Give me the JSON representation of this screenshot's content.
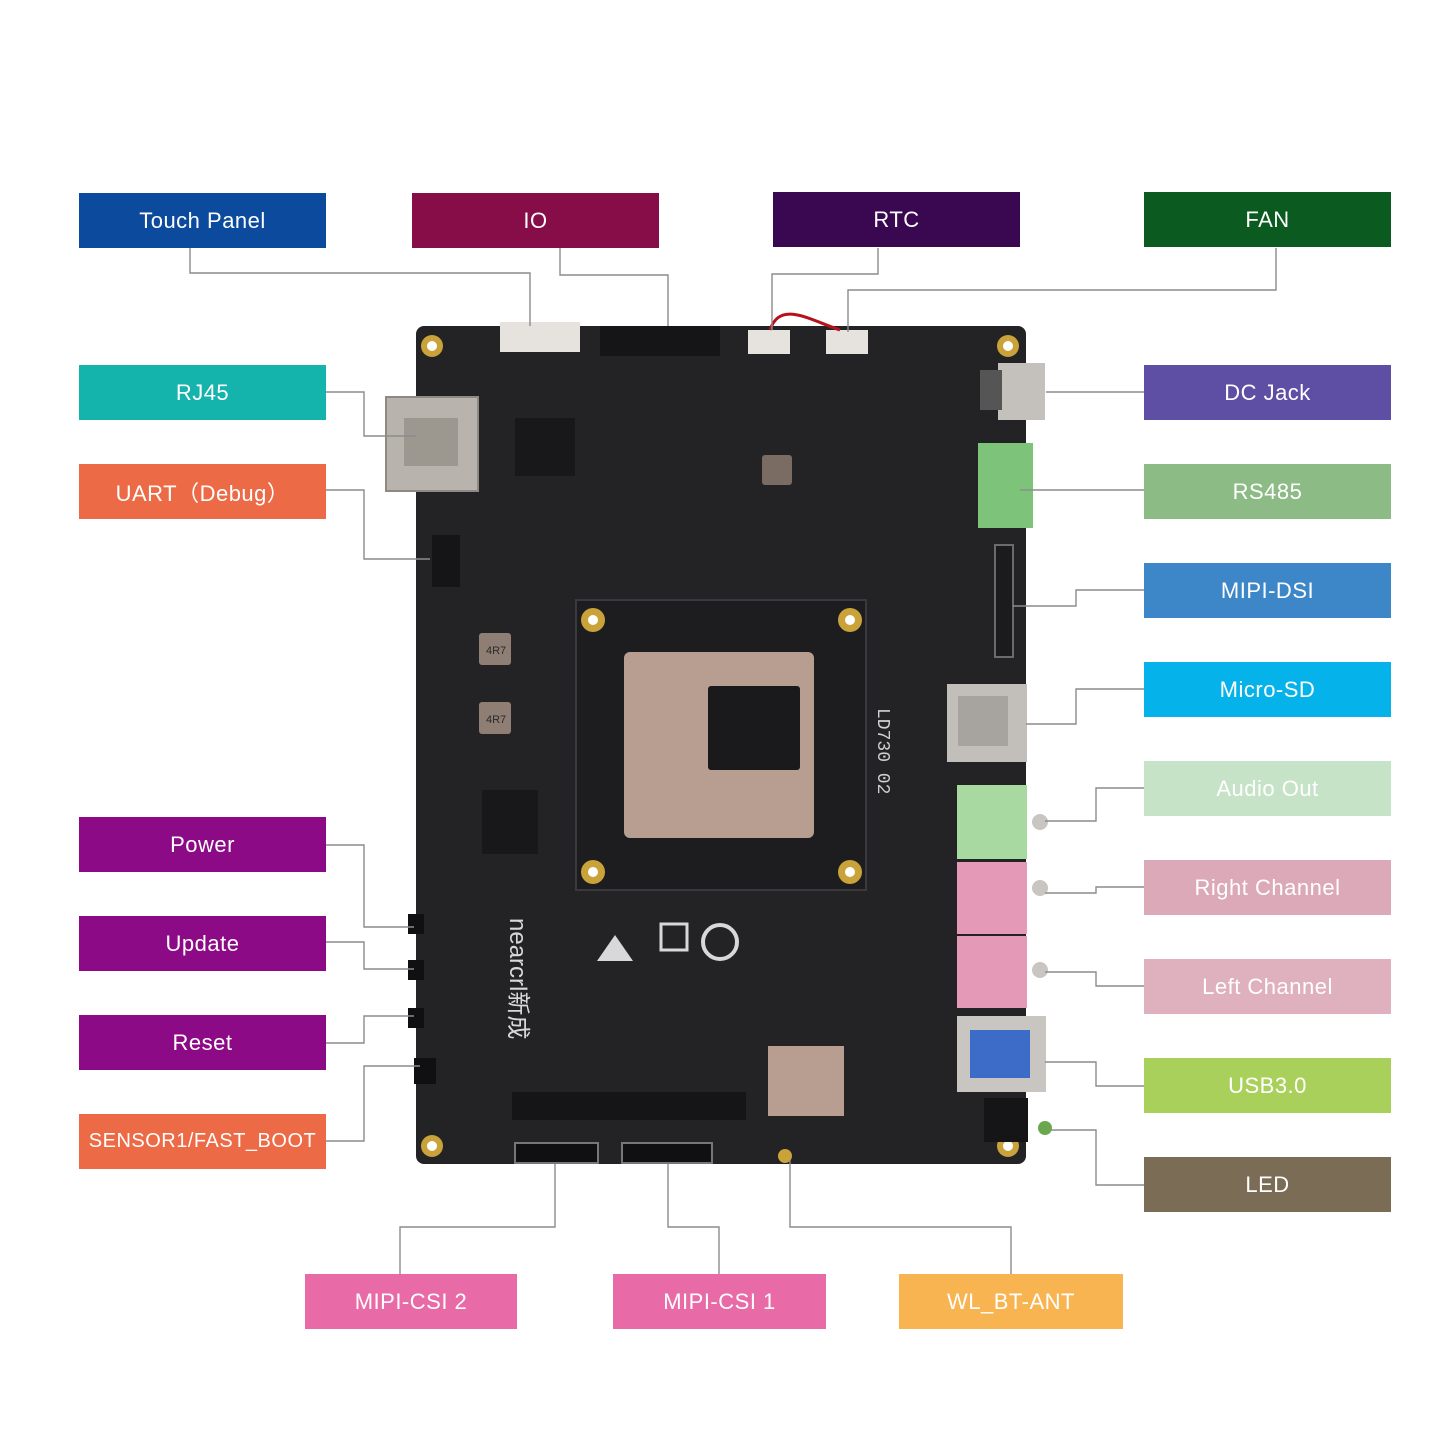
{
  "labels": {
    "touch_panel": {
      "text": "Touch Panel",
      "color": "#0b4a9c"
    },
    "io": {
      "text": "IO",
      "color": "#860d48"
    },
    "rtc": {
      "text": "RTC",
      "color": "#3a0850"
    },
    "fan": {
      "text": "FAN",
      "color": "#0b5a1f"
    },
    "rj45": {
      "text": "RJ45",
      "color": "#14b3ab"
    },
    "uart_debug": {
      "text": "UART（Debug）",
      "color": "#ec6a45"
    },
    "dc_jack": {
      "text": "DC Jack",
      "color": "#5f4fa4"
    },
    "rs485": {
      "text": "RS485",
      "color": "#8dbb86"
    },
    "mipi_dsi": {
      "text": "MIPI-DSI",
      "color": "#3d86c8"
    },
    "micro_sd": {
      "text": "Micro-SD",
      "color": "#05b3ea"
    },
    "audio_out": {
      "text": "Audio Out",
      "color": "#c6e3c8"
    },
    "right_channel": {
      "text": "Right Channel",
      "color": "#dba9b7"
    },
    "left_channel": {
      "text": "Left Channel",
      "color": "#dfb0bd"
    },
    "usb30": {
      "text": "USB3.0",
      "color": "#aad05c"
    },
    "led": {
      "text": "LED",
      "color": "#7b6c56"
    },
    "power": {
      "text": "Power",
      "color": "#8c0a86"
    },
    "update": {
      "text": "Update",
      "color": "#8c0a86"
    },
    "reset": {
      "text": "Reset",
      "color": "#8c0a86"
    },
    "sensor1_fast_boot": {
      "text": "SENSOR1/FAST_BOOT",
      "color": "#ec6a45"
    },
    "mipi_csi_2": {
      "text": "MIPI-CSI 2",
      "color": "#e86aa7"
    },
    "mipi_csi_1": {
      "text": "MIPI-CSI 1",
      "color": "#e86aa7"
    },
    "wl_bt_ant": {
      "text": "WL_BT-ANT",
      "color": "#f7b450"
    }
  },
  "board": {
    "model_text": "LD730 02",
    "brand_text": "nearcrl新成",
    "module_label": "4R7",
    "color": "#232326",
    "module_color": "#b89e90",
    "chip_color": "#1a1a1c",
    "connector_green": "#7dc47a",
    "connector_pink": "#e49ab6",
    "audio_green": "#a8d9a0",
    "usb_blue": "#3d6cc8",
    "gold": "#c9a23a"
  }
}
